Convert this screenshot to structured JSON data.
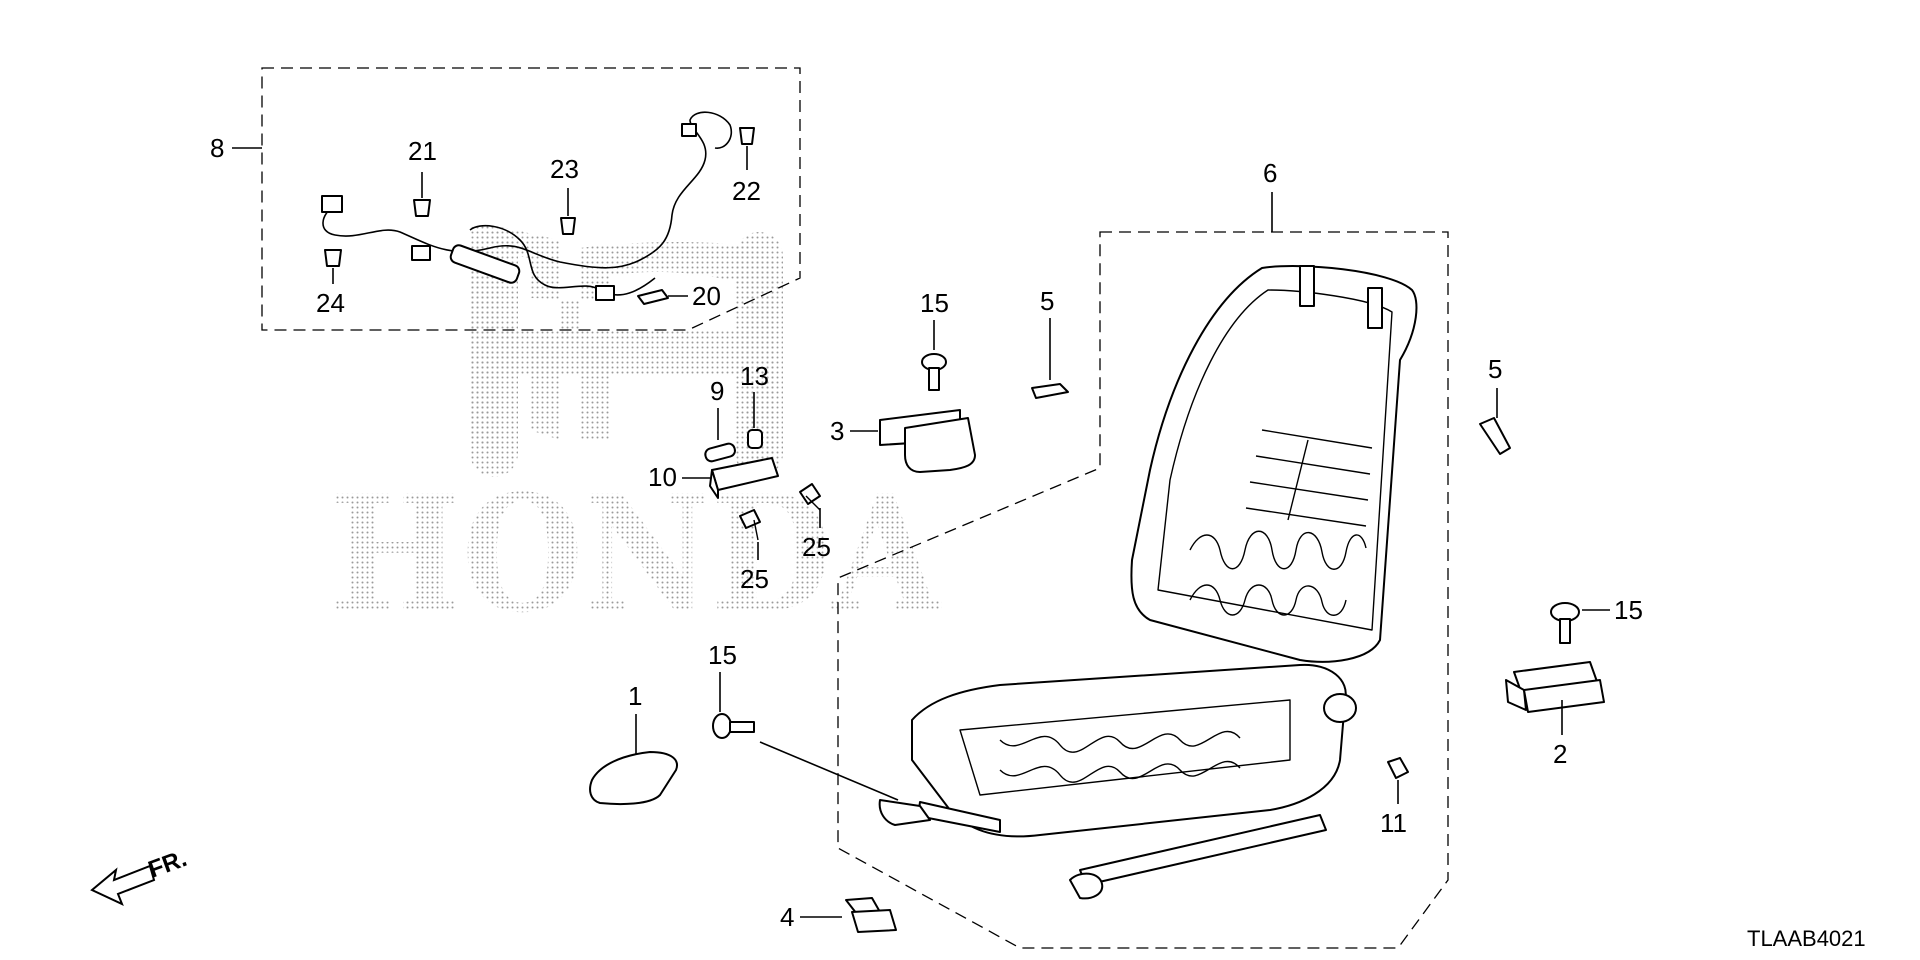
{
  "watermark": {
    "brand": "HONDA"
  },
  "callouts": {
    "p1": "1",
    "p2": "2",
    "p3": "3",
    "p4": "4",
    "p5a": "5",
    "p5b": "5",
    "p6": "6",
    "p8": "8",
    "p9": "9",
    "p10": "10",
    "p11": "11",
    "p13": "13",
    "p15a": "15",
    "p15b": "15",
    "p15c": "15",
    "p20": "20",
    "p21": "21",
    "p22": "22",
    "p23": "23",
    "p24": "24",
    "p25a": "25",
    "p25b": "25"
  },
  "direction": {
    "label": "FR."
  },
  "diagram_code": "TLAAB4021"
}
